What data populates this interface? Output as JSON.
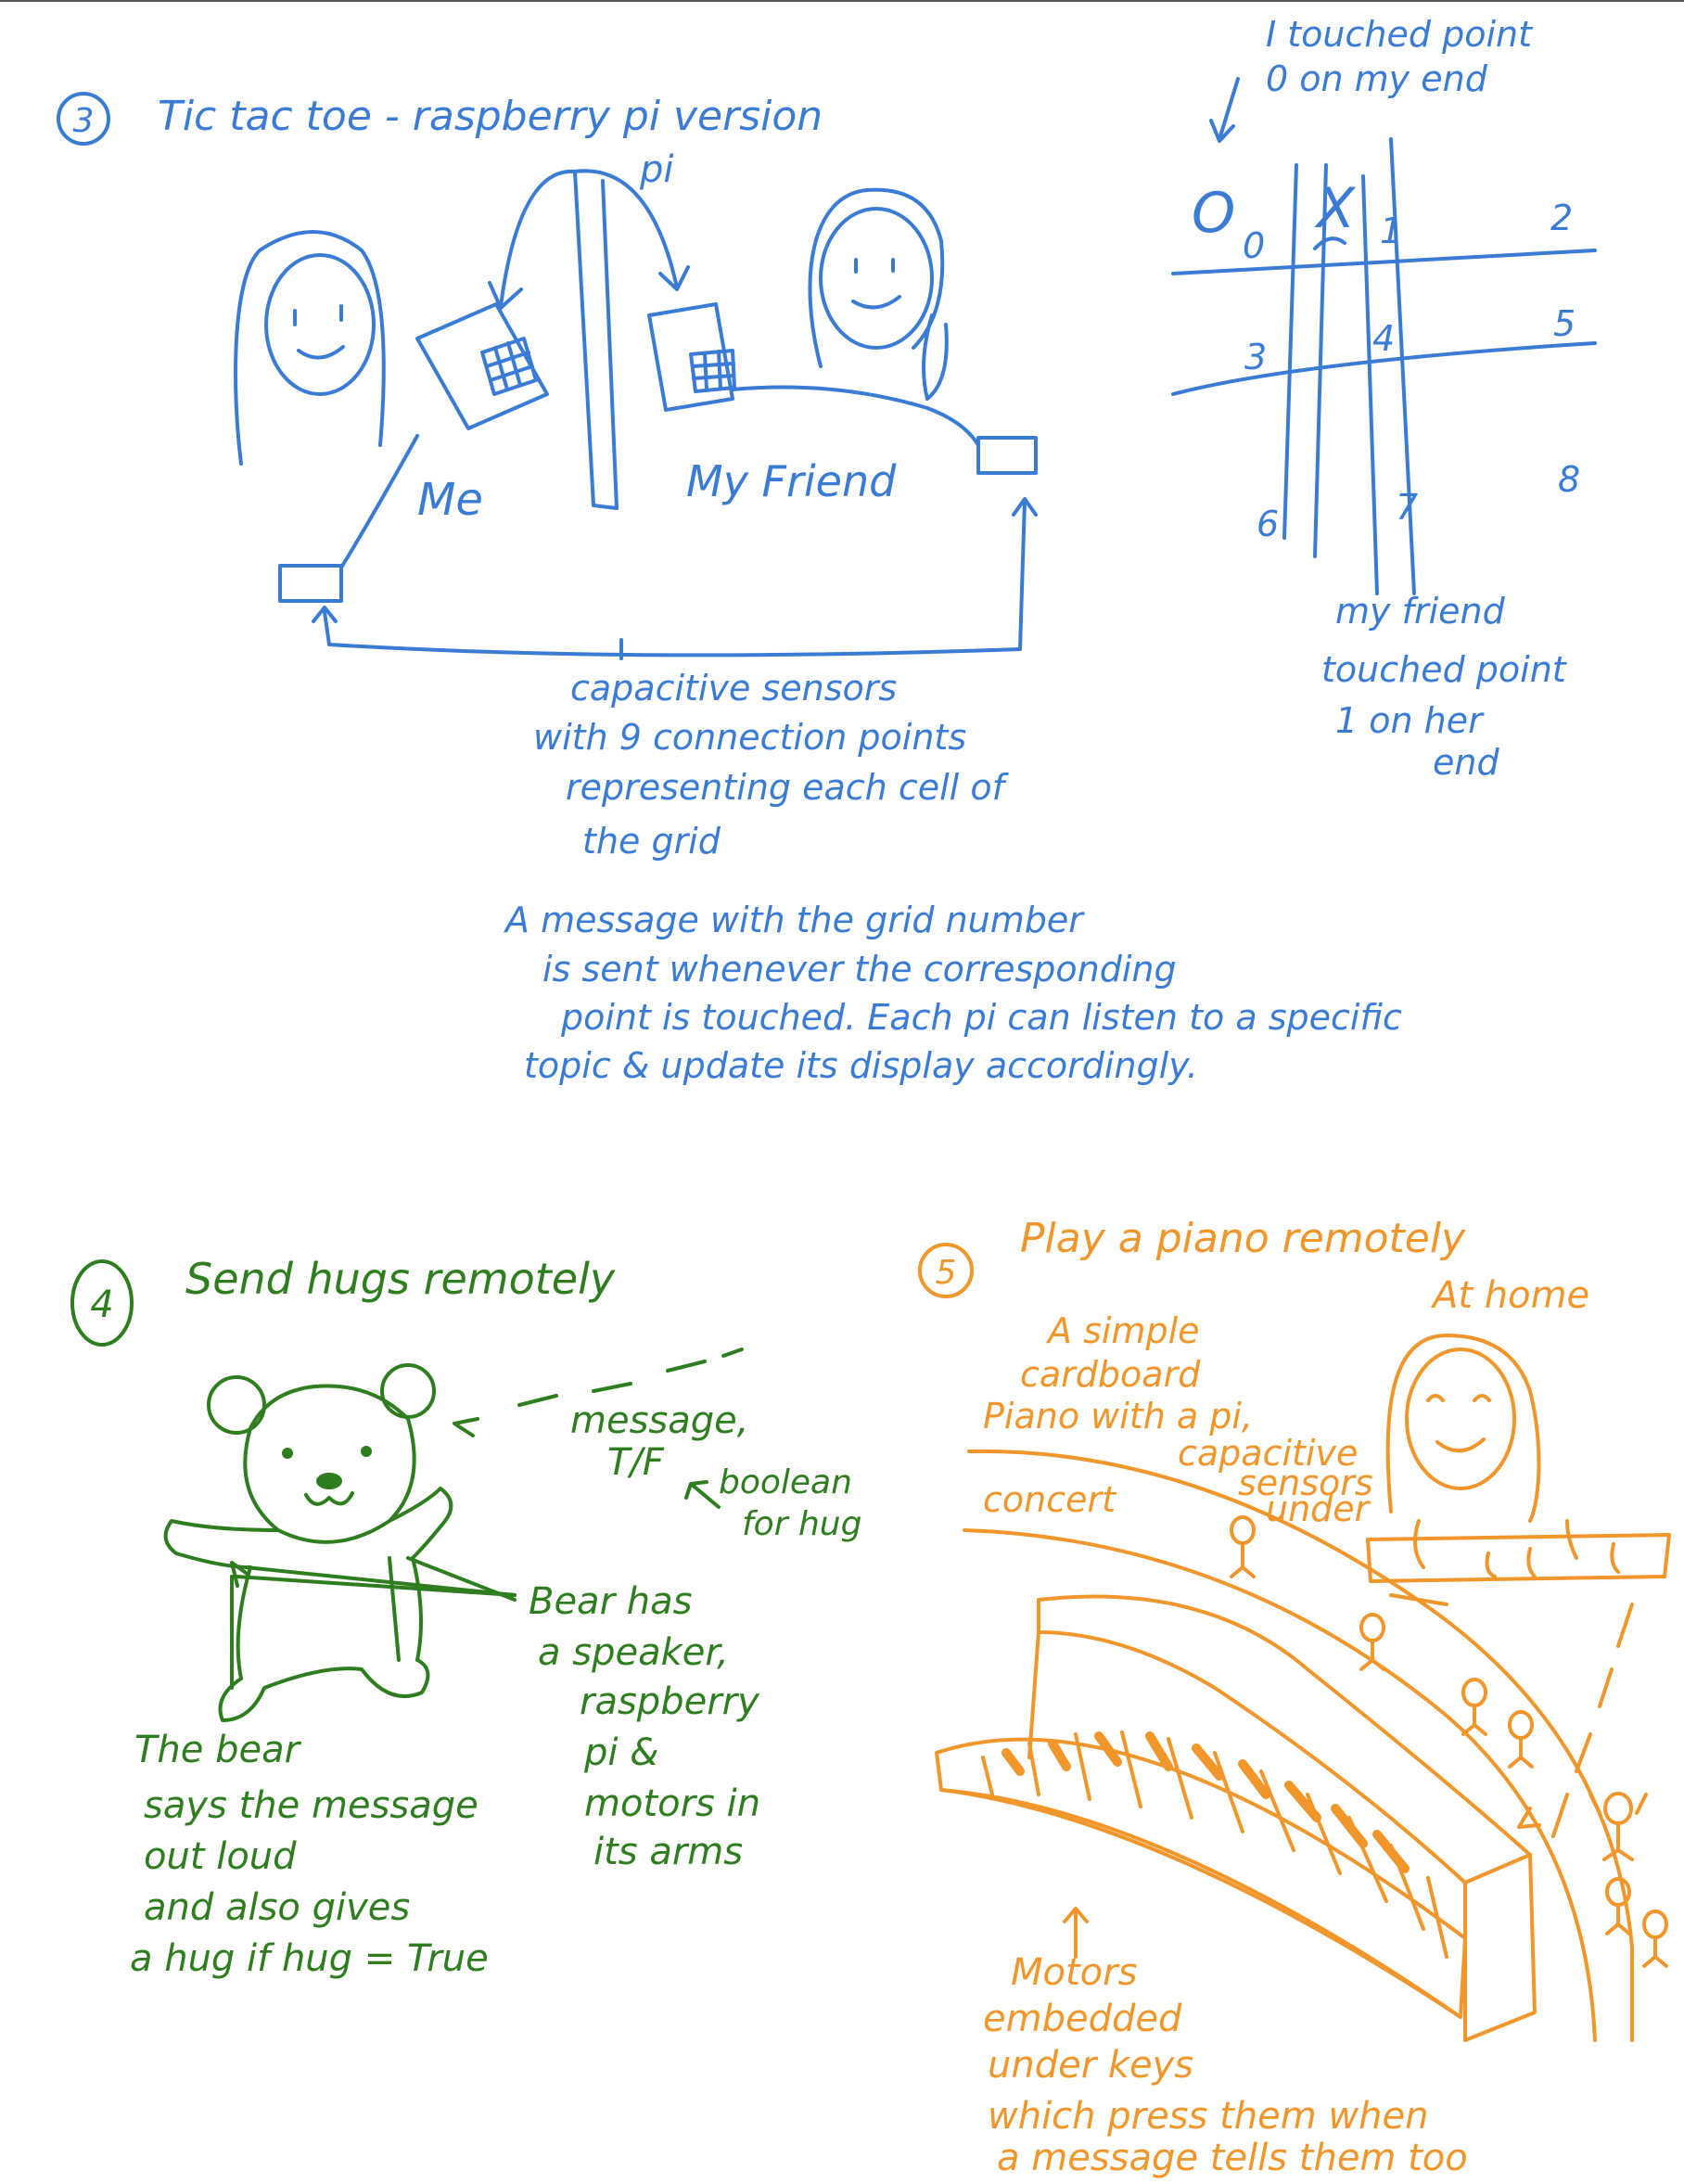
{
  "colors": {
    "section3": "#3a7bd5",
    "section4": "#2e7d1f",
    "section5": "#f0962a"
  },
  "s3": {
    "number": "3",
    "title": "Tic tac toe - raspberry pi version",
    "pi_label": "pi",
    "me": "Me",
    "friend": "My Friend",
    "sensor_lines": [
      "capacitive sensors",
      "with 9 connection points",
      "representing each cell of",
      "the grid"
    ],
    "note_top_lines": [
      "I touched point",
      "0 on my end"
    ],
    "grid_marks": [
      "O",
      "X"
    ],
    "grid_nums": [
      "0",
      "1",
      "2",
      "3",
      "4",
      "5",
      "6",
      "7",
      "8"
    ],
    "note_bottom_lines": [
      "my friend",
      "touched point",
      "1 on her",
      "end"
    ],
    "message_lines": [
      "A message with the grid number",
      "is sent whenever the corresponding",
      "point is touched. Each pi can listen to a specific",
      "topic & update its display accordingly."
    ]
  },
  "s4": {
    "number": "4",
    "title": "Send hugs remotely",
    "message_lines": [
      "message,",
      "T/F"
    ],
    "boolean_lines": [
      "boolean",
      "for hug"
    ],
    "bear_lines": [
      "Bear has",
      "a speaker,",
      "raspberry",
      "pi &",
      "motors in",
      "its arms"
    ],
    "says_lines": [
      "The bear",
      "says the message",
      "out loud",
      "and also gives",
      "a hug if hug = True"
    ]
  },
  "s5": {
    "number": "5",
    "title": "Play a piano remotely",
    "at_home": "At home",
    "cardboard_lines": [
      "A simple",
      "cardboard",
      "Piano with a pi,",
      "capacitive",
      "sensors",
      "under"
    ],
    "concert": "concert",
    "motors_lines": [
      "Motors",
      "embedded",
      "under keys",
      "which press them when",
      "a message tells them too"
    ]
  }
}
